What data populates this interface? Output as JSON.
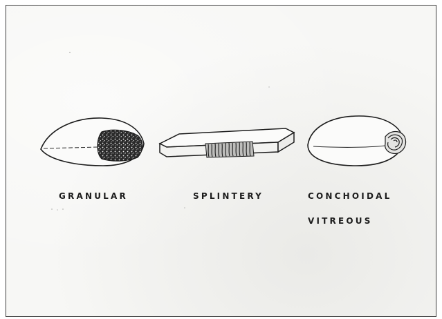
{
  "labels": {
    "granular": "GRANULAR",
    "splintery": "SPLINTERY",
    "conchoidal": "CONCHOIDAL",
    "vitreous": "VITREOUS"
  },
  "colors": {
    "ink": "#1c1c1c",
    "paper": "#f7f7f5",
    "frame": "#3a3a3a"
  }
}
